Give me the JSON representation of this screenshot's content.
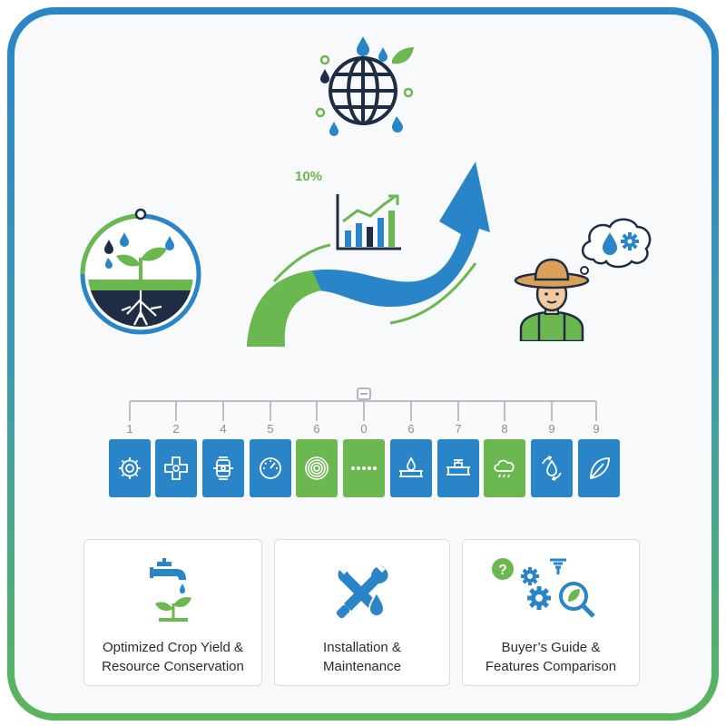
{
  "growth_label": "10%",
  "colors": {
    "blue": "#2a84c8",
    "green": "#6ab84f",
    "navy": "#1f2d44",
    "frame_blue": "#2a84c8",
    "frame_green": "#5bb55a"
  },
  "top_icons": [
    "globe-water-icon",
    "plant-roots-soil-icon",
    "growth-arrow-icon",
    "bar-chart-icon",
    "farmer-icon",
    "water-gear-thought-icon"
  ],
  "steps": [
    {
      "number": "1",
      "icon": "gear-icon",
      "color": "blue"
    },
    {
      "number": "2",
      "icon": "pipe-junction-icon",
      "color": "blue"
    },
    {
      "number": "4",
      "icon": "filter-icon",
      "color": "blue"
    },
    {
      "number": "5",
      "icon": "gauge-icon",
      "color": "blue"
    },
    {
      "number": "6",
      "icon": "coil-hose-icon",
      "color": "green"
    },
    {
      "number": "0",
      "icon": "drip-line-icon",
      "color": "green"
    },
    {
      "number": "6",
      "icon": "drip-emitter-icon",
      "color": "blue"
    },
    {
      "number": "7",
      "icon": "valve-icon",
      "color": "blue"
    },
    {
      "number": "8",
      "icon": "cloud-rain-icon",
      "color": "green"
    },
    {
      "number": "9",
      "icon": "water-cycle-icon",
      "color": "blue"
    },
    {
      "number": "9",
      "icon": "leaf-icon",
      "color": "blue"
    }
  ],
  "cards": [
    {
      "label": "Optimized Crop Yield &\nResource Conservation",
      "icon": "faucet-plant-icon"
    },
    {
      "label": "Installation &\nMaintenance",
      "icon": "tools-water-icon"
    },
    {
      "label": "Buyer’s Guide &\nFeatures Comparison",
      "icon": "question-gears-magnifier-icon"
    }
  ]
}
